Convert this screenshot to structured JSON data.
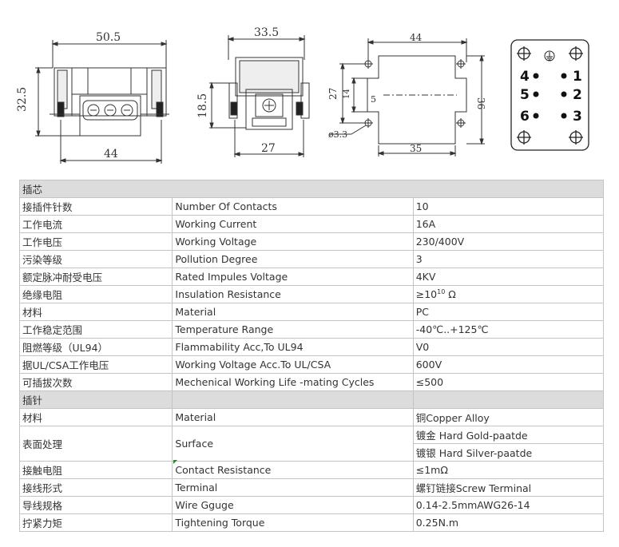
{
  "drawings": {
    "front": {
      "width": "50.5",
      "height": "32.5",
      "bottom": "44"
    },
    "side": {
      "width": "33.5",
      "height": "18.5",
      "bottom": "27"
    },
    "cutout": {
      "top": "44",
      "left": "27",
      "inner": "14",
      "slot": "5",
      "right": "36",
      "bottom": "35",
      "hole": "ø3.3"
    },
    "pinout": {
      "pins": [
        "1",
        "2",
        "3",
        "4",
        "5",
        "6"
      ]
    }
  },
  "sections": [
    {
      "title": "插芯",
      "rows": [
        {
          "cn": "接插件针数",
          "en": "Number Of Contacts",
          "val": "10"
        },
        {
          "cn": "工作电流",
          "en": "Working Current",
          "val": "16A"
        },
        {
          "cn": "工作电压",
          "en": "Working Voltage",
          "val": "230/400V"
        },
        {
          "cn": "污染等级",
          "en": "Pollution Degree",
          "val": "3"
        },
        {
          "cn": "额定脉冲耐受电压",
          "en": "Rated Impules Voltage",
          "val": "4KV"
        },
        {
          "cn": "绝缘电阻",
          "en": "Insulation Resistance",
          "val": "≥10",
          "sup": "10",
          "suffix": " Ω"
        },
        {
          "cn": "材料",
          "en": "Material",
          "val": "PC"
        },
        {
          "cn": "工作稳定范围",
          "en": "Temperature Range",
          "val": "-40℃..+125℃"
        },
        {
          "cn": "阻燃等级（UL94）",
          "en": "Flammability Acc,To UL94",
          "val": "V0"
        },
        {
          "cn": "据UL/CSA工作电压",
          "en": "Working Voltage Acc.To UL/CSA",
          "val": "600V"
        },
        {
          "cn": "可插拔次数",
          "en": "Mechenical Working Life -mating Cycles",
          "val": "≤500"
        }
      ]
    },
    {
      "title": "插针",
      "rows": [
        {
          "cn": "材料",
          "en": "Material",
          "val": "铜Copper Alloy"
        },
        {
          "cn": "表面处理",
          "en": "Surface",
          "val": "镀金 Hard Gold-paatde",
          "val2": "镀银 Hard Silver-paatde"
        },
        {
          "cn": "接触电阻",
          "en": "Contact Resistance",
          "val": "≤1mΩ"
        },
        {
          "cn": "接线形式",
          "en": "Terminal",
          "val": "螺钉链接Screw Terminal"
        },
        {
          "cn": "导线规格",
          "en": "Wire Gguge",
          "val": "0.14-2.5mmAWG26-14"
        },
        {
          "cn": "拧紧力矩",
          "en": "Tightening Torque",
          "val": "0.25N.m"
        }
      ]
    }
  ]
}
